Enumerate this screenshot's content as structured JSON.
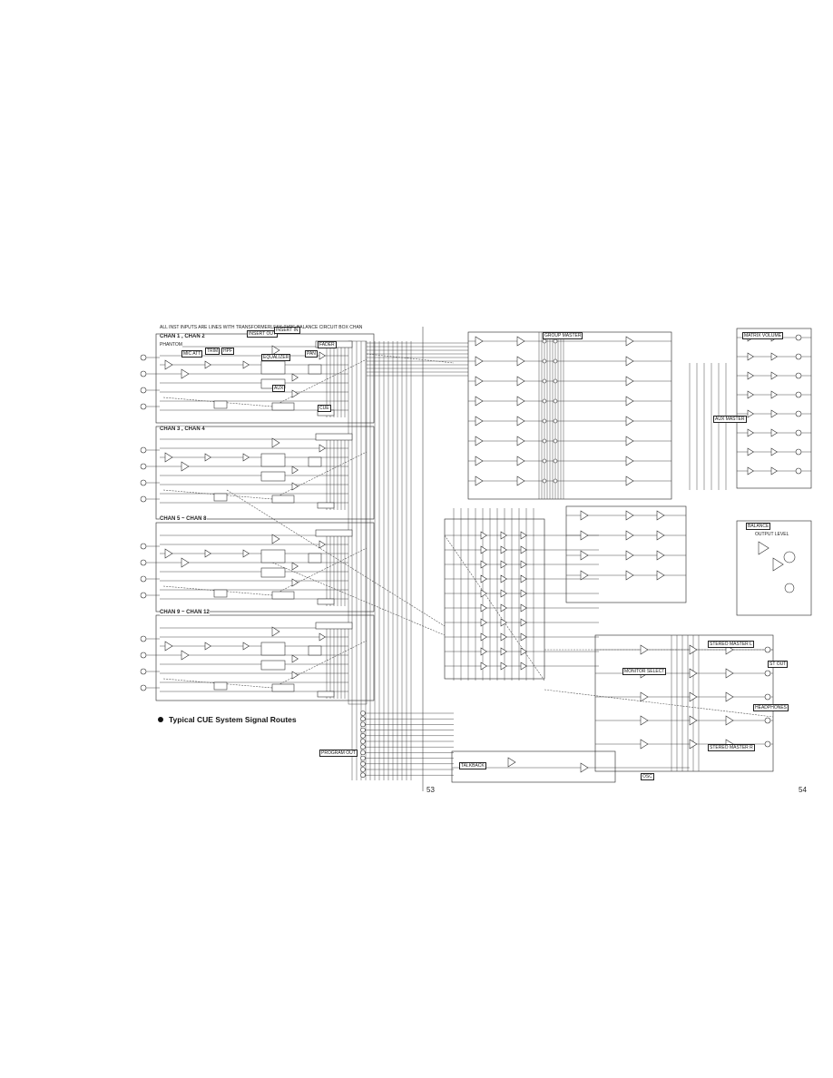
{
  "caption": "Typical CUE System Signal Routes",
  "page_numbers": {
    "left": "53",
    "right": "54"
  },
  "header_note": "ALL INST INPUTS ARE LINES WITH TRANSFORMERLESS TYPE BALANCE CIRCUIT BOX CHAN",
  "channel_groups": [
    "CHAN 1 , CHAN 2",
    "CHAN 3 , CHAN 4",
    "CHAN 5 ~ CHAN 8",
    "CHAN 9 ~ CHAN 12"
  ],
  "block_labels": {
    "insert_in": "INSERT IN",
    "insert_out": "INSERT OUT",
    "phantom": "PHANTOM",
    "mic_att": "MIC ATT",
    "trim": "TRIM",
    "hpf": "HPF",
    "equalizer": "EQUALIZER",
    "aux": "AUX",
    "cue": "CUE",
    "pan": "PAN",
    "fader": "FADER",
    "group_master": "GROUP MASTER",
    "stereo_master_l": "STEREO MASTER L",
    "stereo_master_r": "STEREO MASTER R",
    "aux_master": "AUX MASTER",
    "matrix_volume": "MATRIX VOLUME",
    "talkback": "TALKBACK",
    "monitor_select": "MONITOR SELECT",
    "headphones": "HEADPHONES",
    "stereo_out": "ST OUT",
    "osc": "OSC",
    "balance": "BALANCE",
    "program_out": "PROGRAM OUT",
    "output_level": "OUTPUT LEVEL"
  }
}
